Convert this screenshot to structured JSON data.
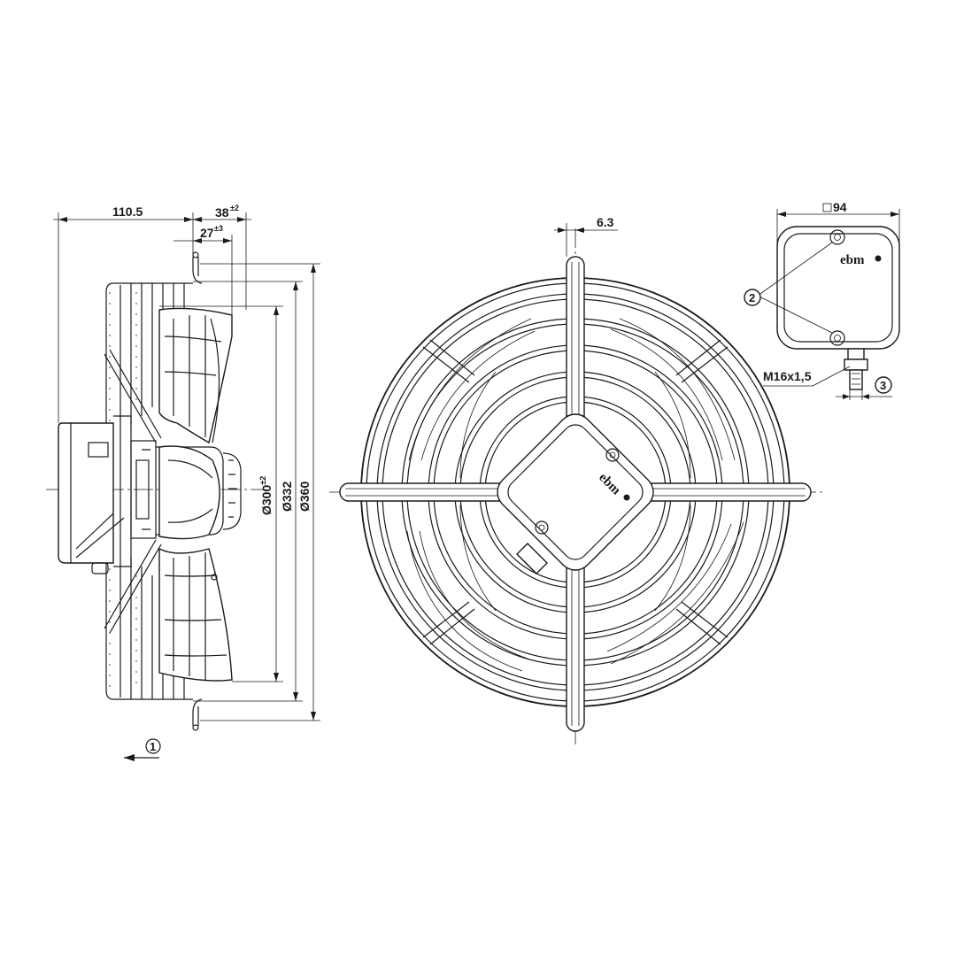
{
  "dimensions": {
    "motor_depth": "110.5",
    "guard_depth": "38",
    "guard_depth_tol": "±2",
    "blade_depth": "27",
    "blade_depth_tol": "±3",
    "impeller_dia": "Ø300",
    "impeller_dia_tol": "±2",
    "blade_dia": "Ø332",
    "guard_dia": "Ø360",
    "bar_offset": "6.3",
    "box_size": "94",
    "cable_gland": "M16x1,5"
  },
  "callouts": {
    "airflow": "1",
    "screws": "2",
    "gland": "3"
  },
  "logo": {
    "text": "ebm"
  }
}
